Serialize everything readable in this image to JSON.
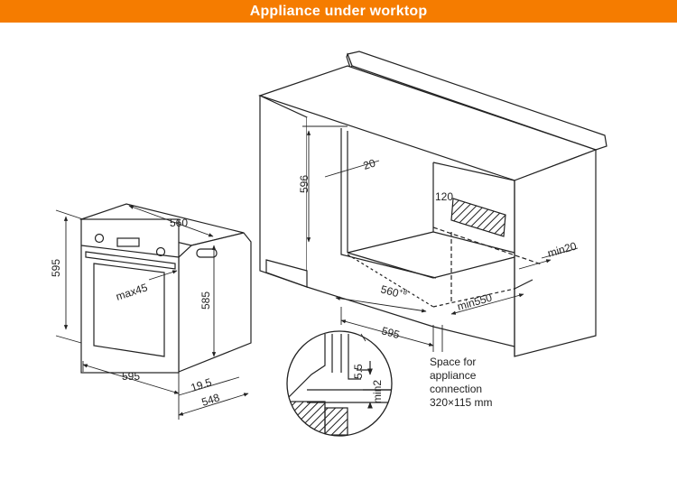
{
  "header": {
    "title": "Appliance under worktop",
    "color": "#f57c00"
  },
  "oven": {
    "height": "595",
    "width": "595",
    "depth_top": "560",
    "inner_height": "585",
    "handle_clearance": "max45",
    "door_offset": "19.5",
    "depth_total": "548"
  },
  "cabinet": {
    "niche_height": "596",
    "gap": "20",
    "vent": "120",
    "depth": "560",
    "depth_tol": "+8",
    "back_gap": "min20",
    "min_depth": "min550",
    "width": "595"
  },
  "detail": {
    "dim_a": "5.5",
    "dim_b": "min2"
  },
  "note": {
    "line1": "Space for",
    "line2": "appliance",
    "line3": "connection",
    "line4": "320×115 mm"
  }
}
